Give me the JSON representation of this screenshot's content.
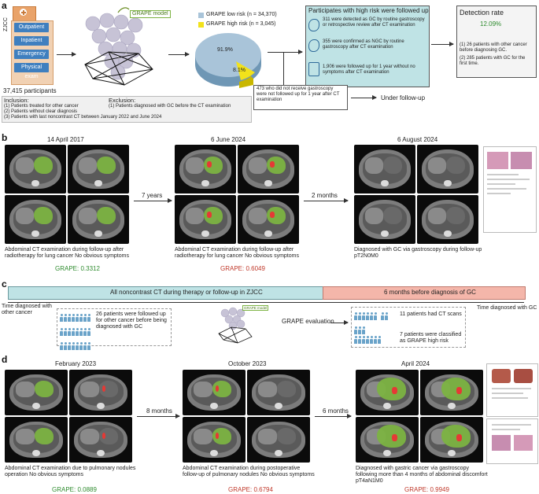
{
  "panel_a": {
    "label": "a",
    "hospital_label": "ZJCC",
    "hospital_items": [
      "Outpatient",
      "Inpatient",
      "Emergency",
      "Physical exam"
    ],
    "participants": "37,415 participants",
    "model_label": "GRAPE model",
    "legend_low": "GRAPE low risk (n = 34,370)",
    "legend_high": "GRAPE high risk (n = 3,045)",
    "pie_low_pct": "91.9%",
    "pie_high_pct": "8.1%",
    "followup_title": "Participates with high risk were followed up",
    "followup_items": [
      "311 were detected as GC by routine gastroscopy or retrospective review after CT examination",
      "355 were confirmed as NGC by routine gastroscopy after CT examination",
      "1,906 were followed up for 1 year without no symptoms after CT examination"
    ],
    "not_followed": "473  who did not receive gastroscopy were not followed up for 1 year after CT examination",
    "under_followup": "Under follow-up",
    "detection_title": "Detection rate",
    "detection_rate": "12.09%",
    "detection_items": [
      "(1) 26 patients with other cancer before diagnosing GC.",
      "(2) 285 patients with GC for the first time."
    ],
    "inclusion_title": "Inclusion:",
    "inclusion_items": [
      "(1) Patients treated for other cancer",
      "(2) Patients without clear diagnosis",
      "(3) Patients with last noncontrast CT between January 2022 and June 2024"
    ],
    "exclusion_title": "Exclusion:",
    "exclusion_items": [
      "(1) Patients diagnosed with GC before the CT examination"
    ]
  },
  "panel_b": {
    "label": "b",
    "dates": [
      "14 April 2017",
      "6 June 2024",
      "6 August 2024"
    ],
    "gap1": "7 years",
    "gap2": "2 months",
    "captions": [
      "Abdominal CT examination during follow-up after radiotherapy for lung cancer No obvious symptoms",
      "Abdominal CT examination during follow-up after radiotherapy for lung cancer No obvious symptoms",
      "Diagnosed with GC via gastroscopy during follow-up pT2N0M0"
    ],
    "scores": [
      "GRAPE: 0.3312",
      "GRAPE: 0.6049"
    ]
  },
  "panel_c": {
    "label": "c",
    "bar_left": "All noncontrast CT during therapy or follow-up in ZJCC",
    "bar_right": "6 months before diagnosis of GC",
    "start": "Time diagnosed with other cancer",
    "end": "Time diagnosed with GC",
    "box1": "26 patients were followed up for other cancer before being diagnosed with GC",
    "model_label": "GRAPE model",
    "eval": "GRAPE evaluation",
    "box2a": "11 patients had CT scans",
    "box2b": "7 patients were classified as GRAPE high risk"
  },
  "panel_d": {
    "label": "d",
    "dates": [
      "February 2023",
      "October 2023",
      "April 2024"
    ],
    "gap1": "8 months",
    "gap2": "6 months",
    "captions": [
      "Abdominal CT examination due to pulmonary nodules operation No obvious symptoms",
      "Abdominal CT examination during postoperative follow-up of pulmonary nodules No obvious symptoms",
      "Diagnosed with gastric cancer via gastroscopy following more than 4 months of abdominal discomfort pT4aN1M0"
    ],
    "scores": [
      "GRAPE: 0.0889",
      "GRAPE: 0.6794",
      "GRAPE: 0.9949"
    ]
  },
  "colors": {
    "low": "#a9c4d9",
    "high": "#f2e21b",
    "green": "#2e8b2e",
    "red": "#c0392b",
    "teal": "#bfe3e5",
    "pink": "#f4b6aa",
    "panel": "#e9f1f2"
  }
}
